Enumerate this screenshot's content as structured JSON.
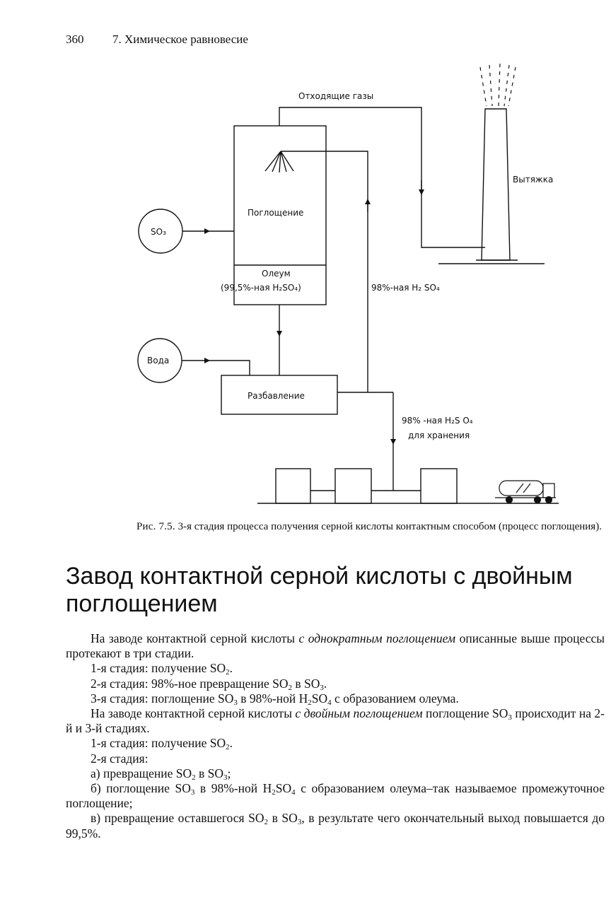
{
  "header": {
    "page_number": "360",
    "chapter": "7. Химическое равновесие"
  },
  "diagram": {
    "label_exhaust_gases": "Отходящие газы",
    "label_stack": "Вытяжка",
    "label_so3": "SO₃",
    "label_absorption": "Поглощение",
    "label_oleum": "Олеум",
    "label_oleum_conc": "(99,5%-ная H₂SO₄)",
    "label_acid_98": "98%-ная H₂ SO₄",
    "label_water": "Вода",
    "label_dilution": "Разбавление",
    "label_acid_98_storage": "98% -ная H₂S O₄",
    "label_for_storage": "для хранения"
  },
  "caption": {
    "lead": "Рис. 7.5.",
    "text": "3-я стадия процесса получения серной кислоты контактным способом (процесс поглощения)."
  },
  "section_title": "Завод контактной серной кислоты с двойным поглощением",
  "paragraphs": {
    "p1_a": "На заводе контактной серной кислоты ",
    "p1_em": "с однократным поглощением",
    "p1_b": " описанные выше процессы протекают в три стадии.",
    "p2": "1-я стадия: получение SO",
    "p2_sub": "2",
    "p2_end": ".",
    "p3_a": "2-я стадия: 98%-ное превращение SO",
    "p3_sub1": "2",
    "p3_b": " в SO",
    "p3_sub2": "3",
    "p3_end": ".",
    "p4_a": "3-я стадия: поглощение SO",
    "p4_sub1": "3",
    "p4_b": " в 98%-ной H",
    "p4_sub2": "2",
    "p4_c": "SO",
    "p4_sub3": "4",
    "p4_d": " с образованием олеума.",
    "p5_a": "На заводе контактной серной кислоты ",
    "p5_em": "с двойным поглощением",
    "p5_b": " поглощение SO",
    "p5_sub": "3",
    "p5_c": " происходит на 2-й и 3-й стадиях.",
    "p6": "1-я стадия: получение SO",
    "p6_sub": "2",
    "p6_end": ".",
    "p7": "2-я стадия:",
    "p8_a": "а) превращение SO",
    "p8_sub1": "2",
    "p8_b": " в SO",
    "p8_sub2": "3",
    "p8_end": ";",
    "p9_a": "б) поглощение SO",
    "p9_sub1": "3",
    "p9_b": " в 98%-ной H",
    "p9_sub2": "2",
    "p9_c": "SO",
    "p9_sub3": "4",
    "p9_d": " с образованием олеума–так называемое промежуточное поглощение;",
    "p10_a": "в) превращение оставшегося SO",
    "p10_sub1": "2",
    "p10_b": " в SO",
    "p10_sub2": "3",
    "p10_c": ", в результате чего окончательный выход повышается до 99,5%."
  }
}
